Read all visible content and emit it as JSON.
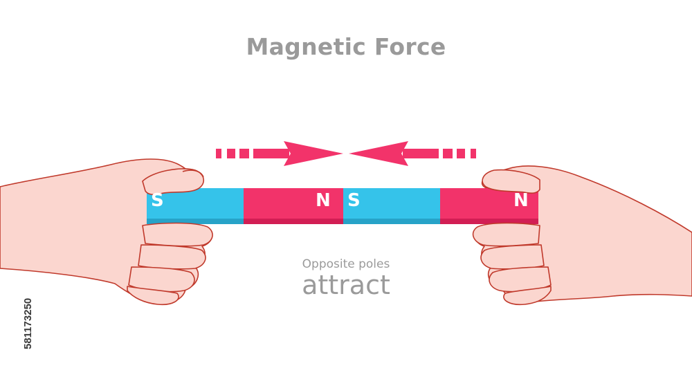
{
  "title": "Magnetic Force",
  "caption": {
    "line1": "Opposite poles",
    "line2": "attract"
  },
  "magnets": [
    {
      "left_pole": "S",
      "right_pole": "N"
    },
    {
      "left_pole": "S",
      "right_pole": "N"
    }
  ],
  "watermark_id": "581173250",
  "colors": {
    "north": "#f2336a",
    "south": "#35c3ea",
    "skin": "#fbd6cf",
    "outline": "#c0392b",
    "arrow": "#f2336a",
    "text": "#9a9a9a"
  }
}
